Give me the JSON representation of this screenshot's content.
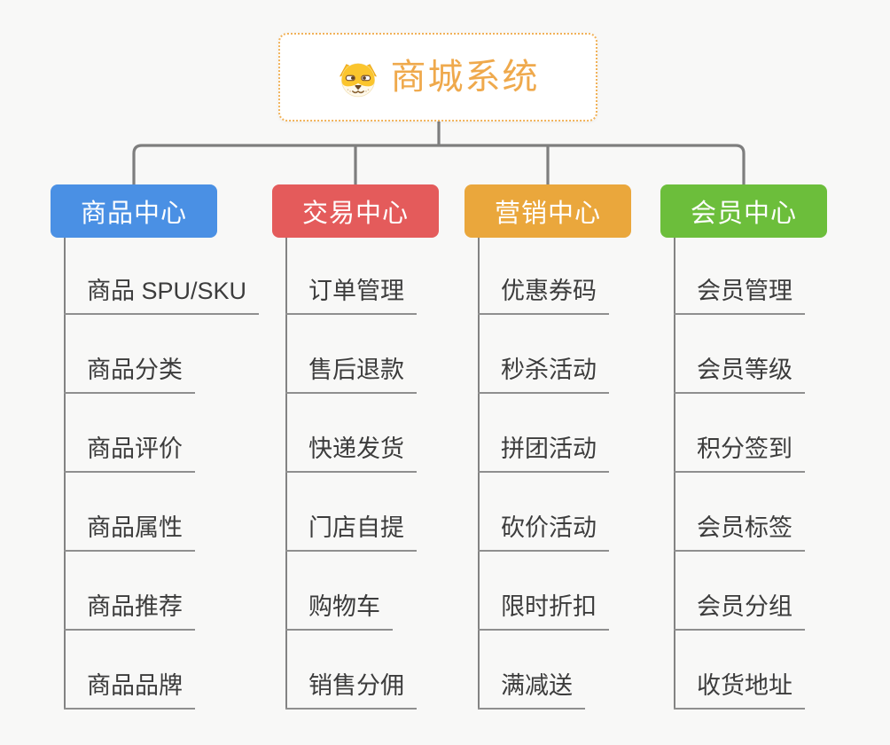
{
  "root": {
    "title": "商城系统",
    "icon": "dog-face-icon"
  },
  "branches": [
    {
      "label": "商品中心",
      "color": "#4A90E4",
      "items": [
        "商品 SPU/SKU",
        "商品分类",
        "商品评价",
        "商品属性",
        "商品推荐",
        "商品品牌"
      ]
    },
    {
      "label": "交易中心",
      "color": "#E45B5B",
      "items": [
        "订单管理",
        "售后退款",
        "快递发货",
        "门店自提",
        "购物车",
        "销售分佣"
      ]
    },
    {
      "label": "营销中心",
      "color": "#EAA73C",
      "items": [
        "优惠券码",
        "秒杀活动",
        "拼团活动",
        "砍价活动",
        "限时折扣",
        "满减送"
      ]
    },
    {
      "label": "会员中心",
      "color": "#6CBE3B",
      "items": [
        "会员管理",
        "会员等级",
        "积分签到",
        "会员标签",
        "会员分组",
        "收货地址"
      ]
    }
  ],
  "colors": {
    "background": "#f8f8f7",
    "connector_line": "#7E7E7E",
    "branch_line": "#838383",
    "item_underline": "#8f8f8f",
    "item_text": "#3c3c3c",
    "root_border": "#F1B259",
    "root_title": "#EFA94C"
  }
}
